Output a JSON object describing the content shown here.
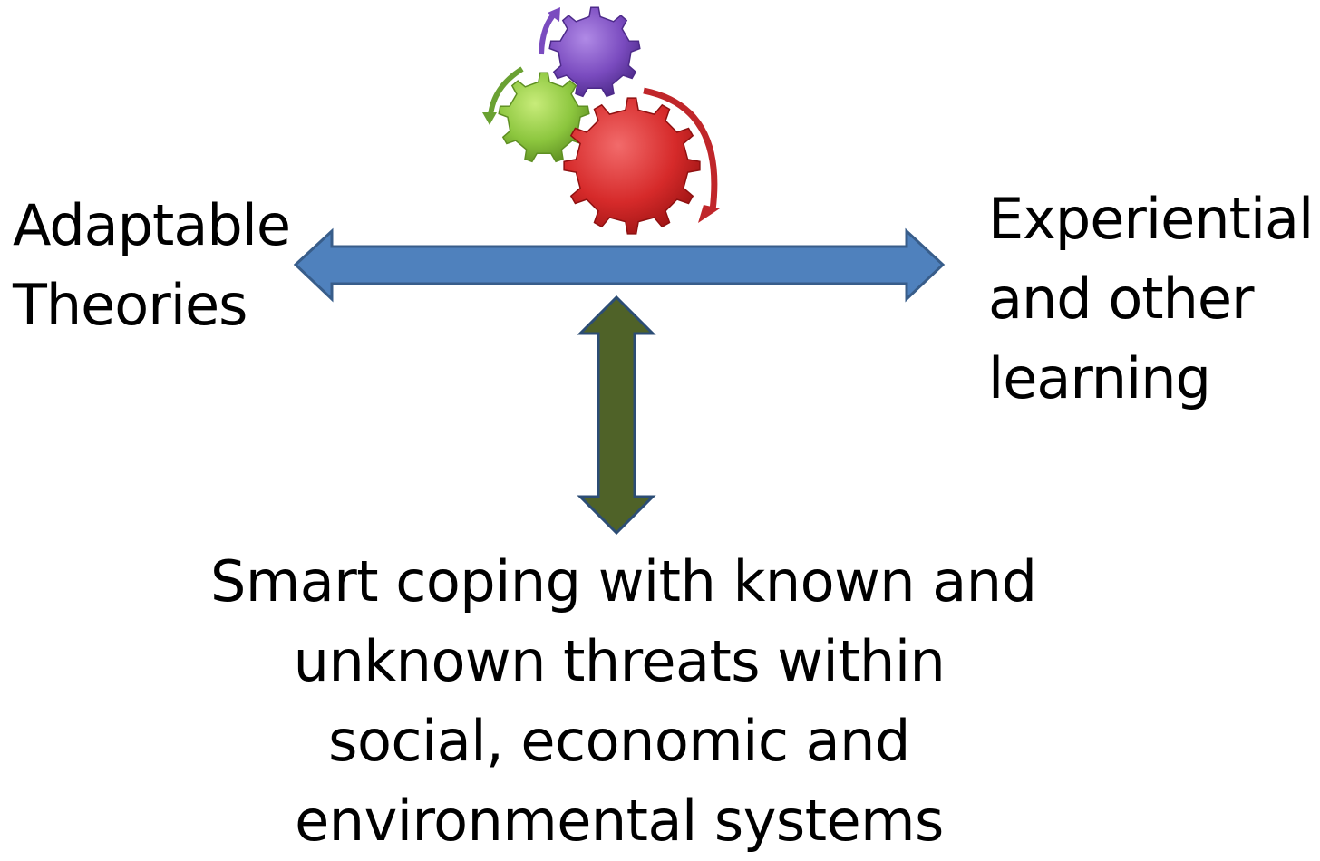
{
  "left_label": {
    "lines": [
      "Adaptable",
      "Theories"
    ]
  },
  "right_label": {
    "lines": [
      "Experiential",
      "and other",
      "learning"
    ]
  },
  "bottom_label": {
    "lines": [
      "Smart coping with known and",
      "unknown threats within",
      "social, economic and",
      "environmental systems"
    ]
  },
  "colors": {
    "horizontal_arrow_fill": "#4f81bd",
    "horizontal_arrow_stroke": "#385d8a",
    "vertical_arrow_fill": "#4f6228",
    "vertical_arrow_stroke": "#2c4d75",
    "gear_red": "#d62a2a",
    "gear_green": "#8cc63e",
    "gear_purple": "#7a4bbf"
  },
  "icons": {
    "gears": "gears-icon"
  }
}
